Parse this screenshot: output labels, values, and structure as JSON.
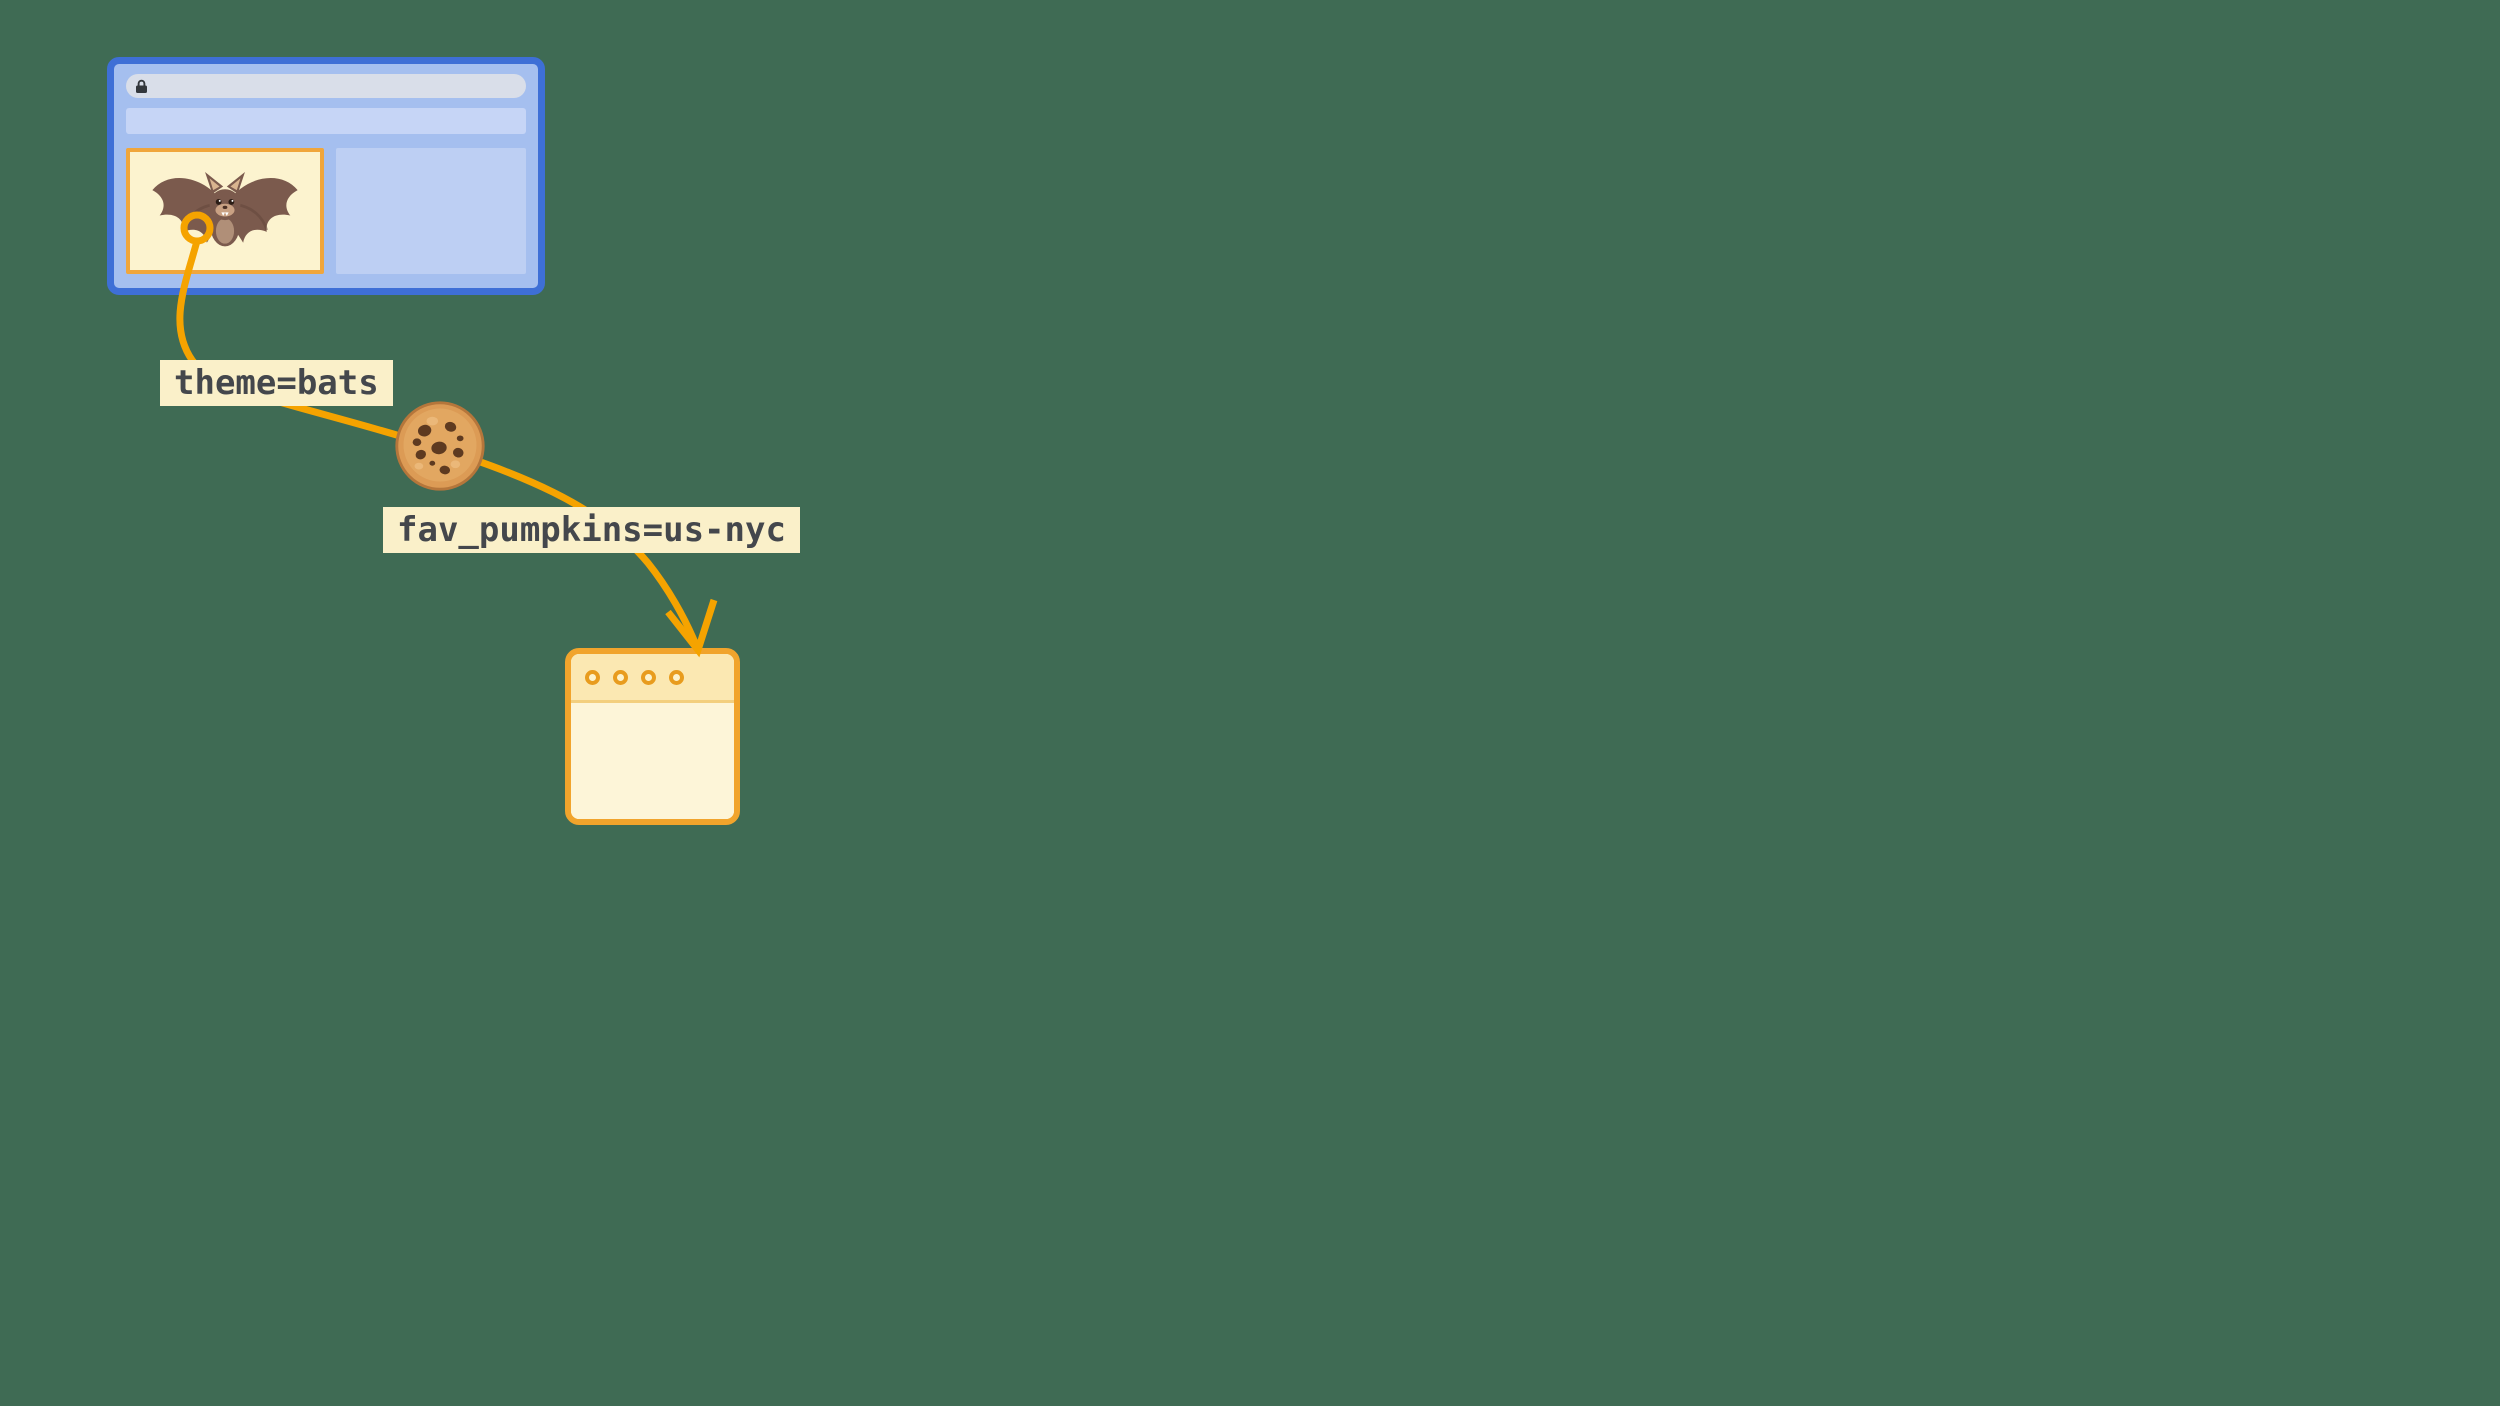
{
  "scene": {
    "background_color": "#3F6B54"
  },
  "labels": {
    "theme_cookie": "theme=bats",
    "fav_pumpkins_cookie": "fav_pumpkins=us-nyc"
  },
  "icons": {
    "lock": "lock-icon",
    "bat": "bat-illustration",
    "cookie": "cookie-icon",
    "ring": "cookie-origin-ring",
    "arrow": "arrowhead-icon",
    "window_dots": "dot-icon"
  },
  "colors": {
    "background": "#3F6B54",
    "accent_orange": "#F5A300",
    "browser_frame_blue": "#3E6FD6",
    "browser_fill_blue": "#A5BFEF",
    "browser_strip_blue": "#C6D5F6",
    "address_bar_gray": "#D9DEE9",
    "panel_cream": "#FCF3CF",
    "panel_border_orange": "#F0A63C",
    "card_border_orange": "#F1A42C",
    "card_fill": "#FDF5D8",
    "card_header_fill": "#FBE8B2",
    "label_bg": "#FAF0C9",
    "label_text": "#44474C",
    "cookie_base": "#DC9B55",
    "cookie_chip": "#5E3A20",
    "bat_brown": "#7B5A4D"
  }
}
